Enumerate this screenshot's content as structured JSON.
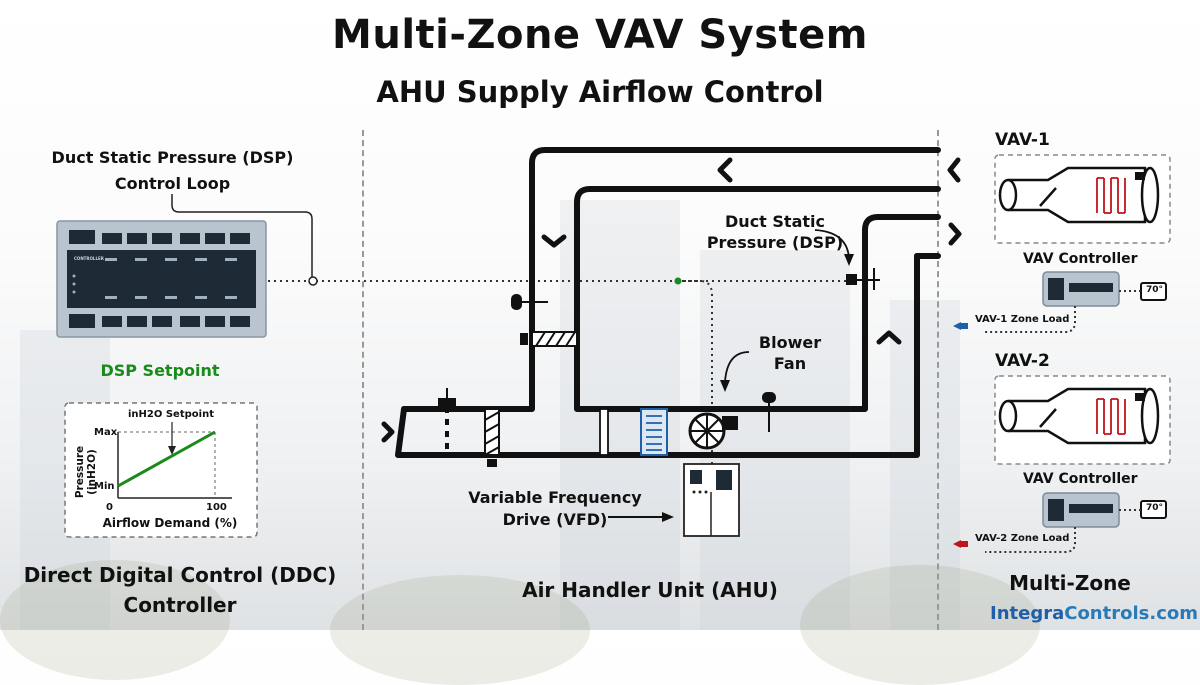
{
  "title": "Multi-Zone VAV System",
  "subtitle": "AHU Supply Airflow Control",
  "ddc": {
    "loop_label_line1": "Duct Static Pressure (DSP)",
    "loop_label_line2": "Control Loop",
    "controller_tag": "CONTROLLER",
    "setpoint_label": "DSP Setpoint",
    "section_line1": "Direct Digital Control (DDC)",
    "section_line2": "Controller",
    "graph": {
      "title": "inH2O Setpoint",
      "ylabel": "Pressure (inH2O)",
      "xlabel": "Airflow Demand (%)",
      "y_max_label": "Max",
      "y_min_label": "Min",
      "x_min_label": "0",
      "x_max_label": "100",
      "line_color": "#1a8a1a"
    }
  },
  "ahu": {
    "dsp_line1": "Duct Static",
    "dsp_line2": "Pressure (DSP)",
    "fan_line1": "Blower",
    "fan_line2": "Fan",
    "vfd_line1": "Variable Frequency",
    "vfd_line2": "Drive (VFD)",
    "section_label": "Air Handler Unit (AHU)"
  },
  "zones": {
    "vav1": {
      "label": "VAV-1",
      "controller_label": "VAV Controller",
      "thermostat": "70°",
      "load_label": "VAV-1 Zone Load",
      "arrow_color": "#1f5fa8"
    },
    "vav2": {
      "label": "VAV-2",
      "controller_label": "VAV Controller",
      "thermostat": "70°",
      "load_label": "VAV-2 Zone Load",
      "arrow_color": "#c0141c"
    },
    "section_label": "Multi-Zone"
  },
  "brand": {
    "part1": "Integra",
    "part2": "Controls.com"
  },
  "colors": {
    "setpoint_green": "#1a8a1a",
    "controller_gray": "#b9c4cf",
    "panel_dark": "#1e2a36"
  }
}
